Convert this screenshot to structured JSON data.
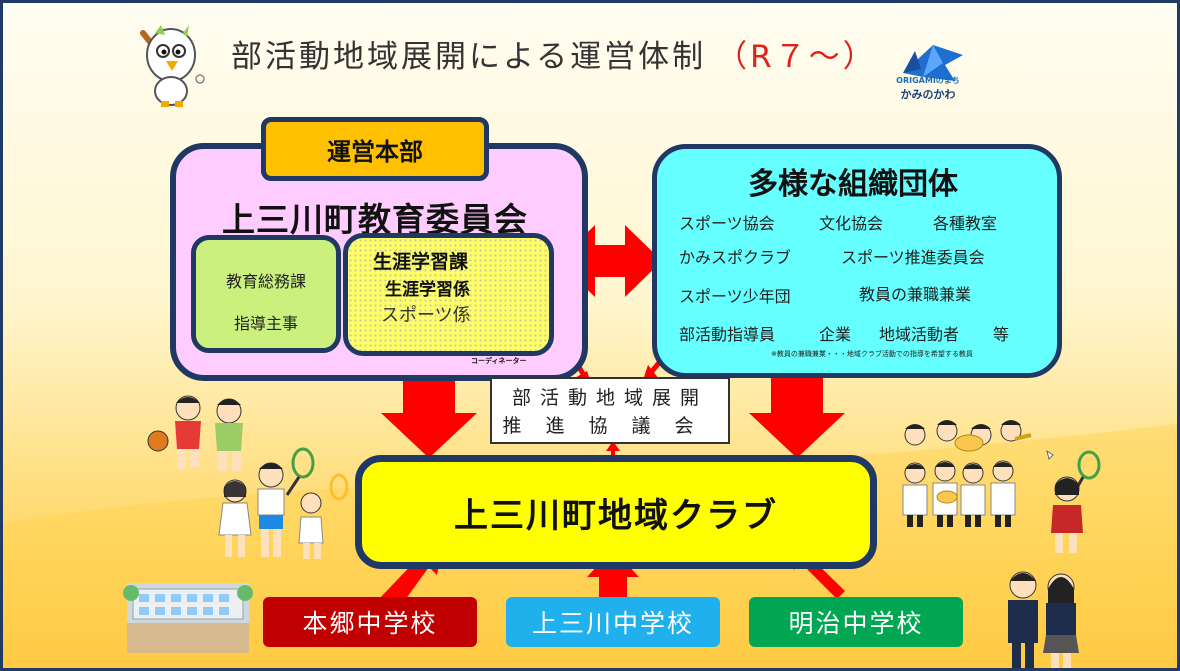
{
  "header": {
    "title": "部活動地域展開による運営体制",
    "title_suffix": "（R７～）",
    "logo_sub": "ORIGAMIのまち",
    "logo_main": "かみのかわ"
  },
  "headquarters": {
    "tab_label": "運営本部",
    "title": "上三川町教育委員会",
    "dept_general": {
      "line1": "教育総務課",
      "line2": "指導主事"
    },
    "dept_lifelong": {
      "line1": "生涯学習課",
      "line2": "生涯学習係",
      "line3": "スポーツ係"
    },
    "coordinator_label": "コーディネーター"
  },
  "organizations": {
    "title": "多様な組織団体",
    "rows": [
      [
        "スポーツ協会",
        "文化協会",
        "各種教室"
      ],
      [
        "かみスポクラブ",
        "スポーツ推進委員会"
      ],
      [
        "スポーツ少年団",
        "教員の兼職兼業"
      ],
      [
        "部活動指導員",
        "企業",
        "地域活動者",
        "等"
      ]
    ],
    "note": "※教員の兼職兼業・・・地域クラブ活動での指導を希望する教員"
  },
  "council": {
    "line1": "部活動地域展開",
    "line2": "推進協議会"
  },
  "club": {
    "label": "上三川町地域クラブ"
  },
  "schools": [
    "本郷中学校",
    "上三川中学校",
    "明治中学校"
  ],
  "colors": {
    "navy_border": "#1f3864",
    "arrow_red": "#ff0000",
    "hq_pink": "#ffccff",
    "org_cyan": "#66ffff",
    "club_yellow": "#ffff00",
    "school_red": "#c00000",
    "school_blue": "#20b0ee",
    "school_green": "#00a651"
  },
  "icons": [
    "mascot-illustration",
    "origami-crane-logo",
    "teacher-illustration",
    "basketball-kids-illustration",
    "tennis-kids-illustration",
    "brass-band-illustration",
    "badminton-girl-illustration",
    "school-building-illustration",
    "students-illustration"
  ]
}
